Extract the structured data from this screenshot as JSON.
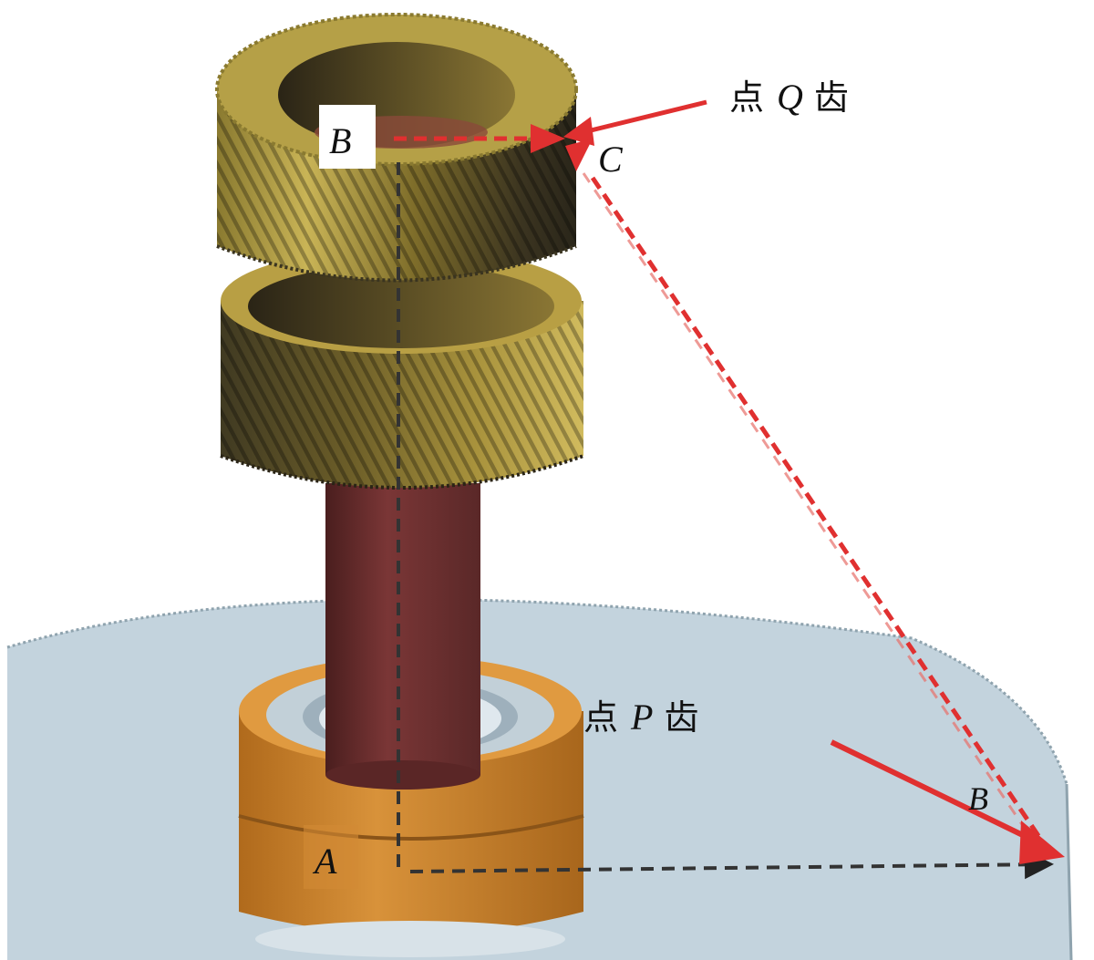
{
  "labels": {
    "point_q_prefix": "点",
    "point_q_letter": "Q",
    "point_q_suffix": "齿",
    "point_p_prefix": "点",
    "point_p_letter": "P",
    "point_p_suffix": "齿",
    "b_top": "B",
    "c": "C",
    "b_right": "B",
    "a": "A"
  },
  "colors": {
    "gear_gold": "#b09a3e",
    "gear_dark": "#3a3420",
    "shaft": "#6a3030",
    "disk": "#c3d3dd",
    "bearing_orange": "#c87e28",
    "bearing_ring": "#c2d0d8",
    "arrow_red": "#e03030",
    "dash_black": "#333333"
  }
}
